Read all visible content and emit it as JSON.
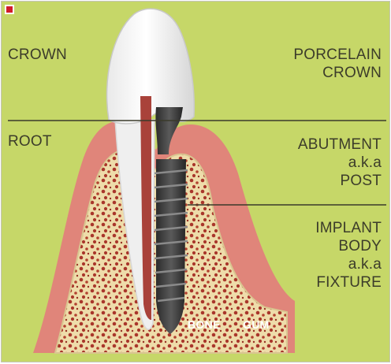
{
  "labels_left": {
    "crown": "CROWN",
    "root": "ROOT"
  },
  "labels_right": {
    "porcelain_crown": [
      "PORCELAIN",
      "CROWN"
    ],
    "abutment": [
      "ABUTMENT",
      "a.k.a",
      "POST"
    ],
    "implant_body": [
      "IMPLANT",
      "BODY",
      "a.k.a",
      "FIXTURE"
    ]
  },
  "tags": {
    "bone": "BONE",
    "gum": "GUM"
  },
  "colors": {
    "background": "#c6d768",
    "gum": "#e0857a",
    "bone": "#eedcaa",
    "marrow": "#a9362b",
    "tooth": "#eeeeee",
    "implant": "#3d3d3d",
    "marker": "#d11c2b"
  }
}
